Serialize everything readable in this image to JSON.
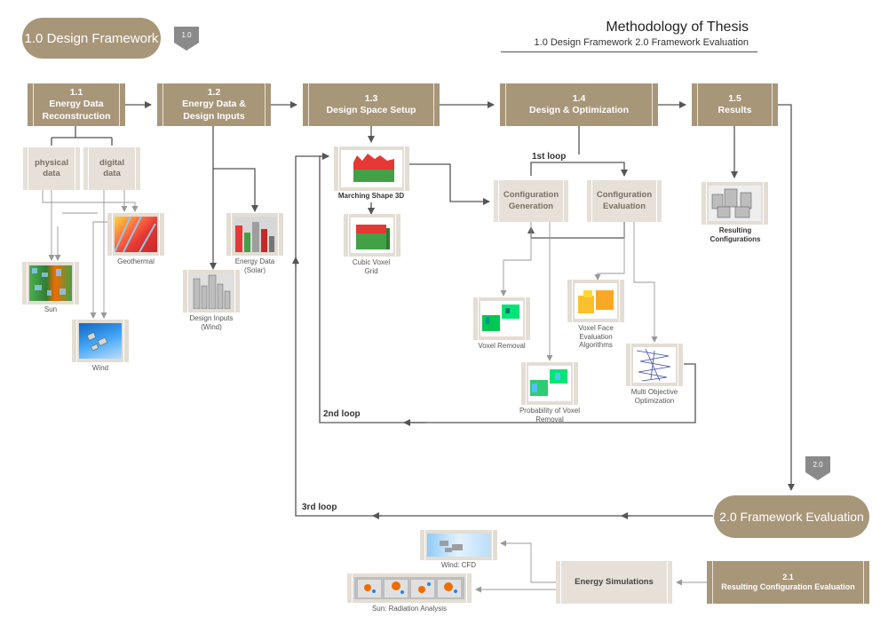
{
  "header": {
    "title": "Methodology of Thesis",
    "subtitle": "1.0 Design Framework 2.0 Framework Evaluation",
    "pill_design": "1.0 Design Framework",
    "badge_1": "1.0",
    "pill_eval": "2.0 Framework Evaluation",
    "badge_2": "2.0"
  },
  "steps": [
    {
      "num": "1.1",
      "title": "Energy Data Reconstruction"
    },
    {
      "num": "1.2",
      "title": "Energy Data & Design Inputs"
    },
    {
      "num": "1.3",
      "title": "Design Space Setup"
    },
    {
      "num": "1.4",
      "title": "Design & Optimization"
    },
    {
      "num": "1.5",
      "title": "Results"
    }
  ],
  "subnodes": {
    "physical": "physical data",
    "digital": "digital data",
    "config_gen": "Configuration Generation",
    "config_eval": "Configuration Evaluation",
    "energy_sim": "Energy Simulations",
    "eval_num": "2.1",
    "eval_title": "Resulting Configuration Evaluation"
  },
  "captions": {
    "geothermal": "Geothermal",
    "sun": "Sun",
    "wind": "Wind",
    "energy_solar": "Energy Data (Solar)",
    "design_wind": "Design Inputs (Wind)",
    "marching": "Marching  Shape 3D",
    "cubic": "Cubic Voxel Grid",
    "voxel_removal": "Voxel Removal",
    "prob_removal": "Probability of Voxel Removal",
    "voxel_face": "Voxel Face Evaluation Algorithms",
    "multi_obj": "Multi Objective Optimization",
    "resulting": "Resulting Configurations",
    "wind_cfd": "Wind: CFD",
    "sun_rad": "Sun: Radiation Analysis"
  },
  "loops": {
    "first": "1st loop",
    "second": "2nd loop",
    "third": "3rd loop"
  },
  "colors": {
    "accent_box": "#a89679",
    "light_box": "#e6e0d8",
    "arrow": "#555555"
  }
}
